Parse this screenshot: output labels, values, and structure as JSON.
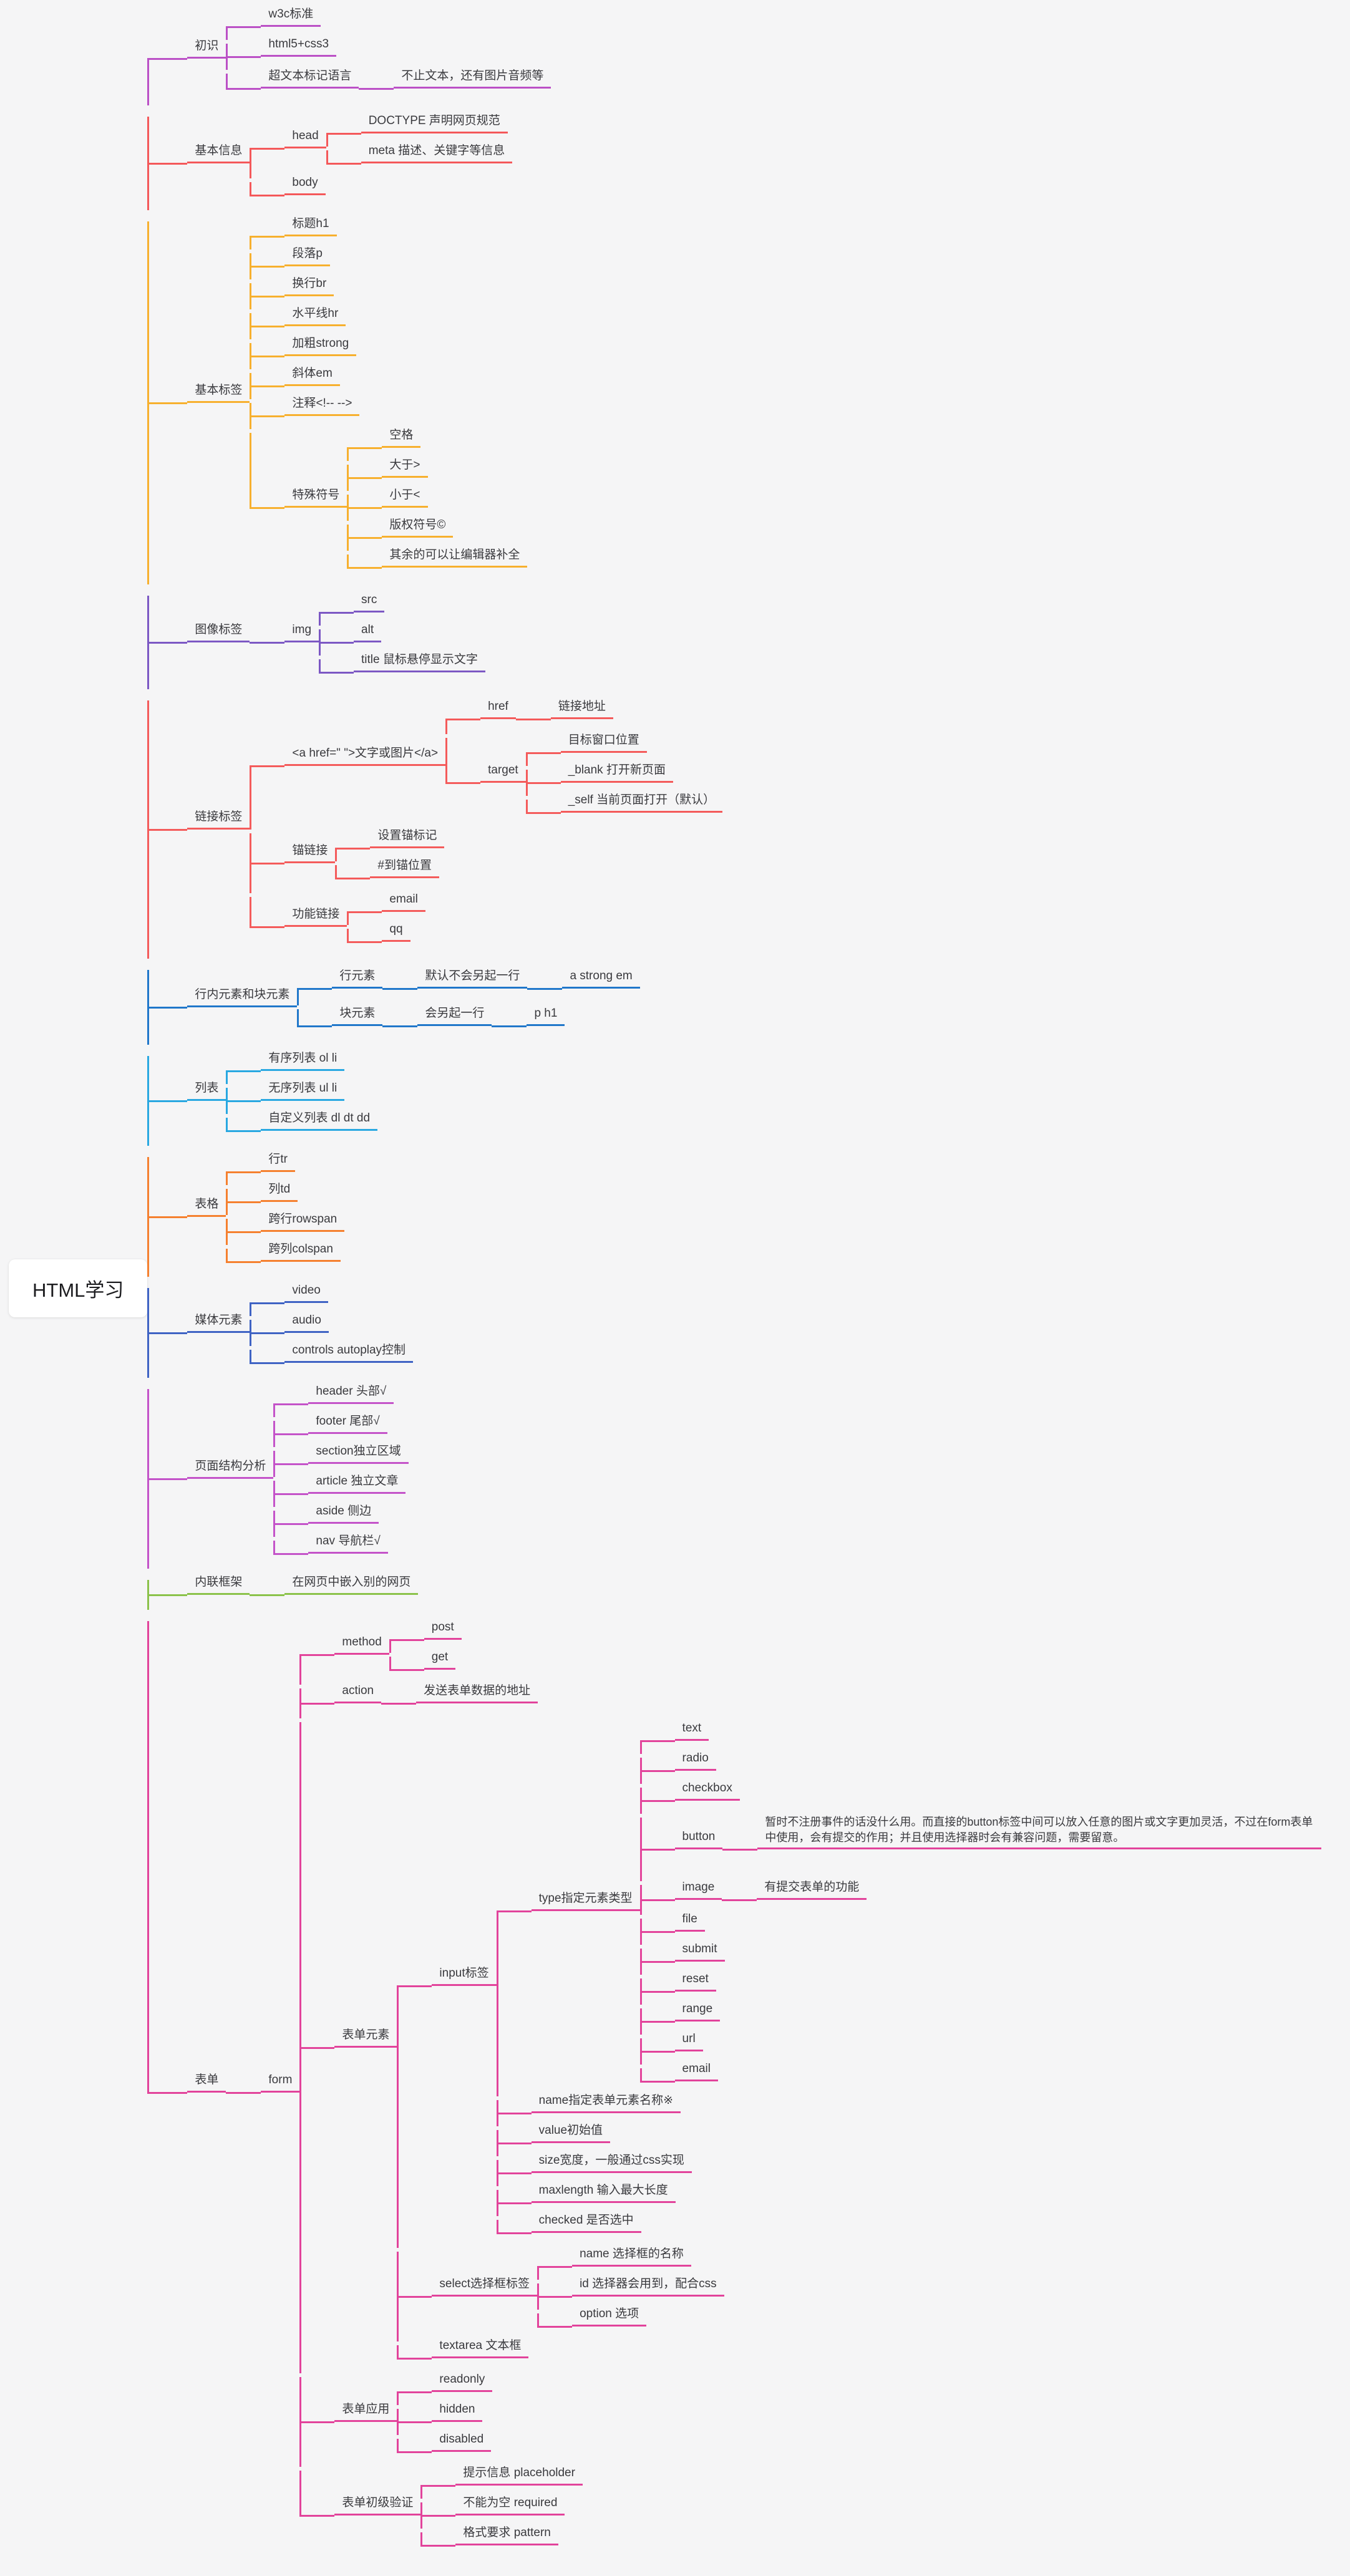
{
  "app": {
    "background_color": "#f5f5f6",
    "root_card_color": "#ffffff"
  },
  "root": {
    "label": "HTML学习"
  },
  "branches": [
    {
      "label": "初识",
      "color": "#bb50c6",
      "children": [
        {
          "label": "w3c标准"
        },
        {
          "label": "html5+css3"
        },
        {
          "label": "超文本标记语言",
          "children": [
            {
              "label": "不止文本，还有图片音频等"
            }
          ]
        }
      ]
    },
    {
      "label": "基本信息",
      "color": "#f4585a",
      "children": [
        {
          "label": "head",
          "children": [
            {
              "label": "DOCTYPE 声明网页规范"
            },
            {
              "label": "meta 描述、关键字等信息"
            }
          ]
        },
        {
          "label": "body"
        }
      ]
    },
    {
      "label": "基本标签",
      "color": "#f7b02e",
      "children": [
        {
          "label": "标题h1"
        },
        {
          "label": "段落p"
        },
        {
          "label": "换行br"
        },
        {
          "label": "水平线hr"
        },
        {
          "label": "加粗strong"
        },
        {
          "label": "斜体em"
        },
        {
          "label": "注释<!-- -->"
        },
        {
          "label": "特殊符号",
          "children": [
            {
              "label": "空格"
            },
            {
              "label": "大于>"
            },
            {
              "label": "小于<"
            },
            {
              "label": "版权符号©"
            },
            {
              "label": "其余的可以让编辑器补全"
            }
          ]
        }
      ]
    },
    {
      "label": "图像标签",
      "color": "#7c58c4",
      "children": [
        {
          "label": "img",
          "children": [
            {
              "label": "src"
            },
            {
              "label": "alt"
            },
            {
              "label": "title 鼠标悬停显示文字"
            }
          ]
        }
      ]
    },
    {
      "label": "链接标签",
      "color": "#f45b5b",
      "children": [
        {
          "label": "<a href=\" \">文字或图片</a>",
          "children": [
            {
              "label": "href",
              "children": [
                {
                  "label": "链接地址"
                }
              ]
            },
            {
              "label": "target",
              "children": [
                {
                  "label": "目标窗口位置"
                },
                {
                  "label": "_blank 打开新页面"
                },
                {
                  "label": "_self 当前页面打开（默认）"
                }
              ]
            }
          ]
        },
        {
          "label": "锚链接",
          "children": [
            {
              "label": "设置锚标记"
            },
            {
              "label": "#到锚位置"
            }
          ]
        },
        {
          "label": "功能链接",
          "children": [
            {
              "label": "email"
            },
            {
              "label": "qq"
            }
          ]
        }
      ]
    },
    {
      "label": "行内元素和块元素",
      "color": "#2077ca",
      "children": [
        {
          "label": "行元素",
          "children": [
            {
              "label": "默认不会另起一行",
              "children": [
                {
                  "label": "a strong em"
                }
              ]
            }
          ]
        },
        {
          "label": "块元素",
          "children": [
            {
              "label": "会另起一行",
              "children": [
                {
                  "label": "p h1"
                }
              ]
            }
          ]
        }
      ]
    },
    {
      "label": "列表",
      "color": "#29a8e1",
      "children": [
        {
          "label": "有序列表 ol li"
        },
        {
          "label": "无序列表 ul li"
        },
        {
          "label": "自定义列表 dl dt dd"
        }
      ]
    },
    {
      "label": "表格",
      "color": "#f5802f",
      "children": [
        {
          "label": "行tr"
        },
        {
          "label": "列td"
        },
        {
          "label": "跨行rowspan"
        },
        {
          "label": "跨列colspan"
        }
      ]
    },
    {
      "label": "媒体元素",
      "color": "#3f63c4",
      "children": [
        {
          "label": "video"
        },
        {
          "label": "audio"
        },
        {
          "label": "controls autoplay控制"
        }
      ]
    },
    {
      "label": "页面结构分析",
      "color": "#c453c9",
      "children": [
        {
          "label": "header 头部√"
        },
        {
          "label": "footer 尾部√"
        },
        {
          "label": "section独立区域"
        },
        {
          "label": "article 独立文章"
        },
        {
          "label": "aside 侧边"
        },
        {
          "label": "nav 导航栏√"
        }
      ]
    },
    {
      "label": "内联框架",
      "color": "#8bc24a",
      "children": [
        {
          "label": "在网页中嵌入别的网页"
        }
      ]
    },
    {
      "label": "表单",
      "color": "#e2439b",
      "children": [
        {
          "label": "form",
          "children": [
            {
              "label": "method",
              "children": [
                {
                  "label": "post"
                },
                {
                  "label": "get"
                }
              ]
            },
            {
              "label": "action",
              "children": [
                {
                  "label": "发送表单数据的地址"
                }
              ]
            },
            {
              "label": "表单元素",
              "children": [
                {
                  "label": "input标签",
                  "children": [
                    {
                      "label": "type指定元素类型",
                      "children": [
                        {
                          "label": "text"
                        },
                        {
                          "label": "radio"
                        },
                        {
                          "label": "checkbox"
                        },
                        {
                          "label": "button",
                          "children": [
                            {
                              "label": "暂时不注册事件的话没什么用。而直接的button标签中间可以放入任意的图片或文字更加灵活，不过在form表单中使用，会有提交的作用；并且使用选择器时会有兼容问题，需要留意。"
                            }
                          ]
                        },
                        {
                          "label": "image",
                          "children": [
                            {
                              "label": "有提交表单的功能"
                            }
                          ]
                        },
                        {
                          "label": "file"
                        },
                        {
                          "label": "submit"
                        },
                        {
                          "label": "reset"
                        },
                        {
                          "label": "range"
                        },
                        {
                          "label": "url"
                        },
                        {
                          "label": "email"
                        }
                      ]
                    },
                    {
                      "label": "name指定表单元素名称※"
                    },
                    {
                      "label": "value初始值"
                    },
                    {
                      "label": "size宽度，一般通过css实现"
                    },
                    {
                      "label": "maxlength 输入最大长度"
                    },
                    {
                      "label": "checked 是否选中"
                    }
                  ]
                },
                {
                  "label": "select选择框标签",
                  "children": [
                    {
                      "label": "name 选择框的名称"
                    },
                    {
                      "label": "id 选择器会用到，配合css"
                    },
                    {
                      "label": "option 选项"
                    }
                  ]
                },
                {
                  "label": "textarea 文本框"
                }
              ]
            },
            {
              "label": "表单应用",
              "children": [
                {
                  "label": "readonly"
                },
                {
                  "label": "hidden"
                },
                {
                  "label": "disabled"
                }
              ]
            },
            {
              "label": "表单初级验证",
              "children": [
                {
                  "label": "提示信息 placeholder"
                },
                {
                  "label": "不能为空 required"
                },
                {
                  "label": "格式要求 pattern"
                }
              ]
            }
          ]
        }
      ]
    }
  ]
}
